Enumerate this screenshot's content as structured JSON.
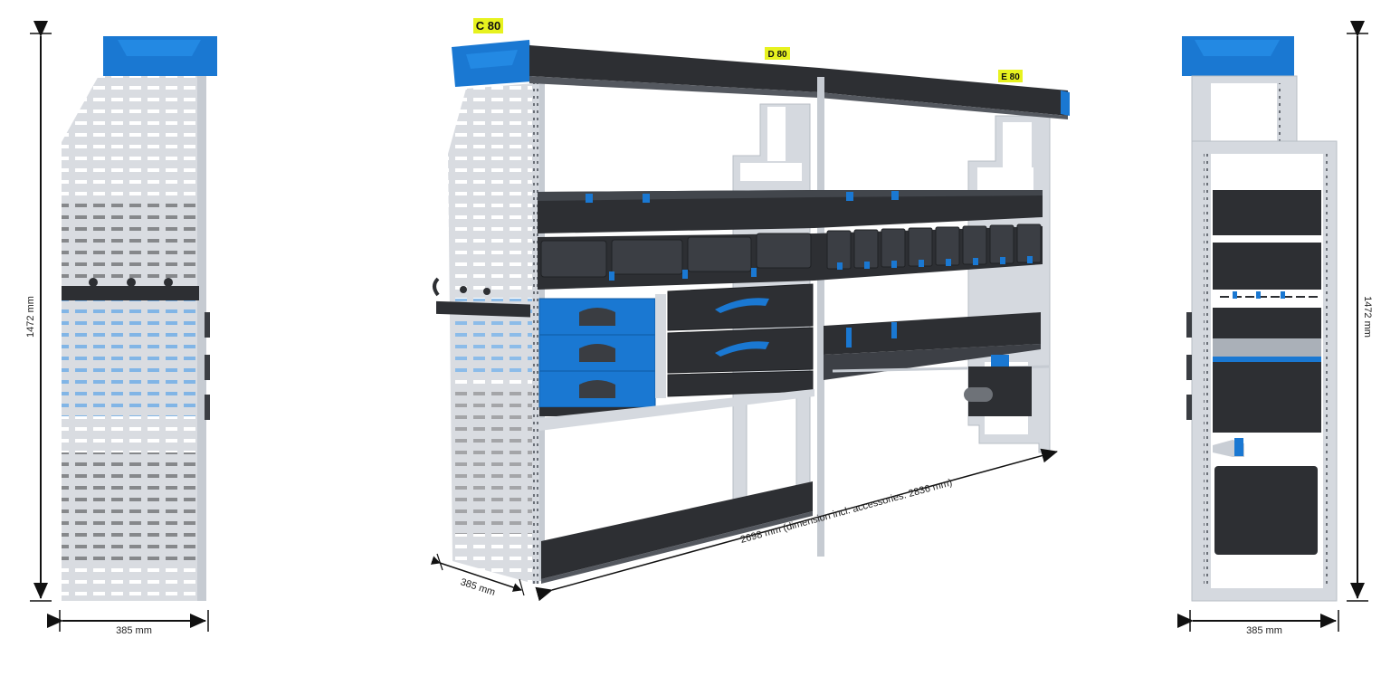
{
  "labels": {
    "c80": "C 80",
    "d80": "D 80",
    "e80": "E 80"
  },
  "dimensions": {
    "left_height": "1472 mm",
    "left_width": "385 mm",
    "center_depth": "385 mm",
    "center_length": "2698 mm (dimension incl. accessories: 2836 mm)",
    "right_height": "1472 mm",
    "right_width": "385 mm"
  },
  "colors": {
    "frame": "#d5d9df",
    "frame_dark": "#b8bec6",
    "shelf": "#2d2f33",
    "shelf_top": "#3d4046",
    "accent_blue": "#1a78d2",
    "tag_yellow": "#e7f21f",
    "arrow": "#111111"
  }
}
